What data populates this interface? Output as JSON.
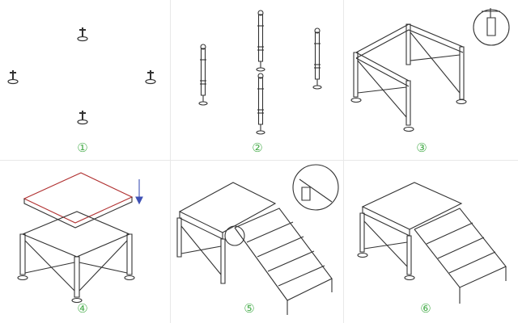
{
  "steps": [
    {
      "number": "1",
      "label": "①"
    },
    {
      "number": "2",
      "label": "②"
    },
    {
      "number": "3",
      "label": "③"
    },
    {
      "number": "4",
      "label": "④"
    },
    {
      "number": "5",
      "label": "⑤"
    },
    {
      "number": "6",
      "label": "⑥"
    }
  ],
  "colors": {
    "line": "#333333",
    "label": "#4caf50",
    "arrow": "#3f51b5",
    "panel_top_edge": "#b03030",
    "divider": "#e8e8e8"
  }
}
